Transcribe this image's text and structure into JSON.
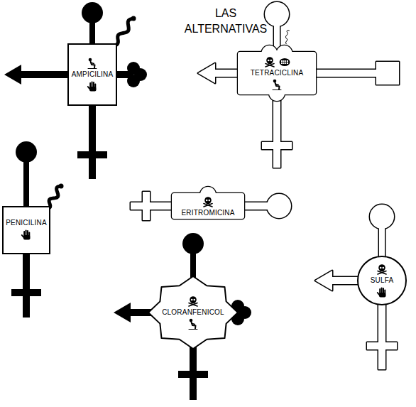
{
  "diagram": {
    "title": "LAS ALTERNATIVAS",
    "nodes": [
      {
        "text": [
          "AMPICILINA"
        ]
      },
      {
        "text": [
          "TETRACICLINA"
        ]
      },
      {
        "text": [
          "ERITROMICINA"
        ]
      },
      {
        "text": [
          "PENICILINA"
        ]
      },
      {
        "text": [
          "CLORANFENICOL"
        ]
      },
      {
        "text": [
          "SULFA"
        ]
      }
    ]
  }
}
